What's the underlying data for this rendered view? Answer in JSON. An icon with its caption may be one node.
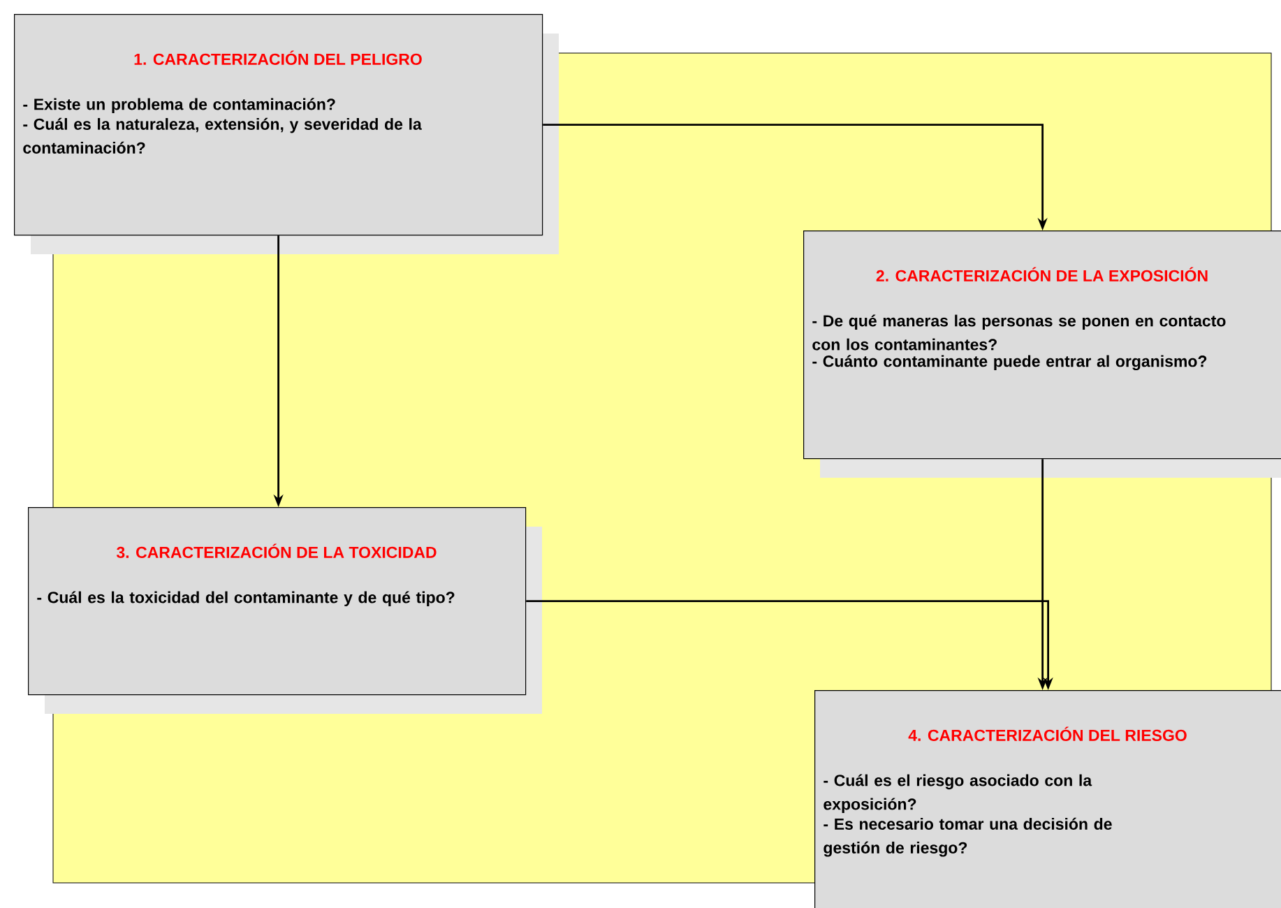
{
  "diagram": {
    "nodes": [
      {
        "text": [
          "1.  CARACTERIZACIÓN DEL PELIGRO",
          "- Existe un problema de contaminación?",
          "- Cuál es la naturaleza, extensión, y severidad de la contaminación?"
        ]
      },
      {
        "text": [
          "2.  CARACTERIZACIÓN DE LA EXPOSICIÓN",
          "- De qué maneras las personas se ponen en contacto con los contaminantes?",
          "- Cuánto contaminante puede entrar al organismo?"
        ]
      },
      {
        "text": [
          "3.  CARACTERIZACIÓN DE LA TOXICIDAD",
          "- Cuál es la toxicidad del contaminante y de qué tipo?"
        ]
      },
      {
        "text": [
          "4.  CARACTERIZACIÓN DEL RIESGO",
          "- Cuál es el riesgo asociado con la exposición?",
          "- Es necesario tomar una decisión de gestión de riesgo?"
        ]
      }
    ],
    "edges": [
      {
        "from": 0,
        "to": 1,
        "arrow": "to"
      },
      {
        "from": 0,
        "to": 2,
        "arrow": "to"
      },
      {
        "from": 1,
        "to": 3,
        "arrow": "to"
      },
      {
        "from": 2,
        "to": 3,
        "arrow": "to"
      }
    ]
  }
}
